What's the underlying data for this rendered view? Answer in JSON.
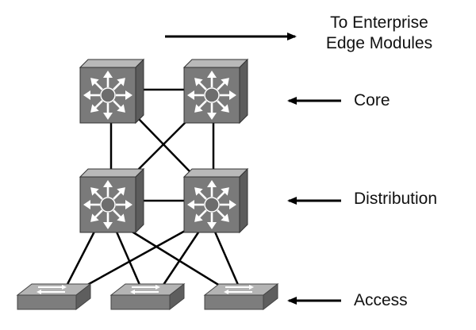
{
  "labels": {
    "edge_line1": "To Enterprise",
    "edge_line2": "Edge Modules",
    "core": "Core",
    "distribution": "Distribution",
    "access": "Access"
  },
  "nodes": {
    "core": [
      "multilayer-switch",
      "multilayer-switch"
    ],
    "distribution": [
      "multilayer-switch",
      "multilayer-switch"
    ],
    "access": [
      "workgroup-switch",
      "workgroup-switch",
      "workgroup-switch"
    ]
  },
  "colors": {
    "switch_front": "#7a7a7a",
    "switch_top": "#b9b9b9",
    "switch_side": "#5c5c5c",
    "arrow_glyph": "#ffffff",
    "line": "#000000"
  }
}
